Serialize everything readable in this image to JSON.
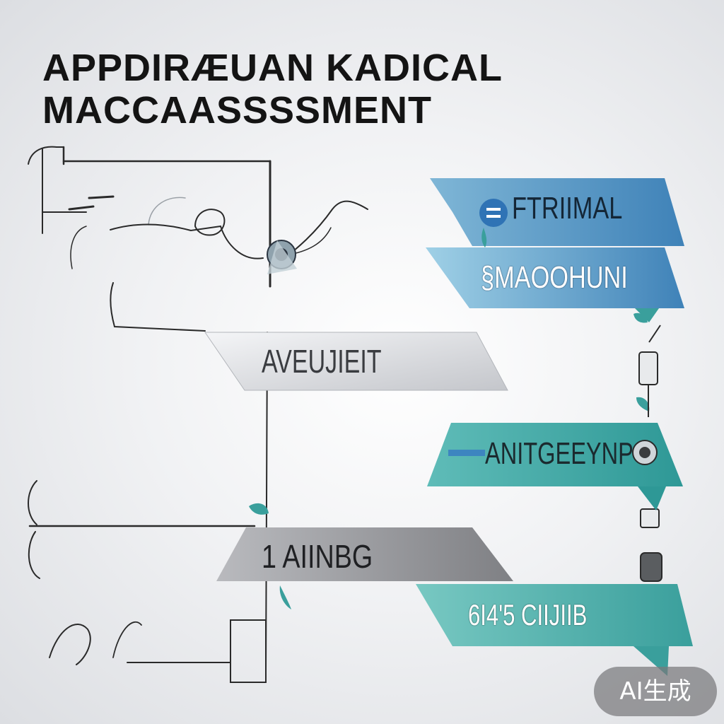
{
  "title": {
    "line1": "APPDIRÆUAN KADICAL",
    "line2": "MACCAASSSSMENT"
  },
  "banners": [
    {
      "id": "banner-1",
      "label": "FTRIIMAL",
      "color": "#4f8fbf"
    },
    {
      "id": "banner-2",
      "label": "§MAOOHUNI",
      "color": "#5b9fcc"
    },
    {
      "id": "banner-3",
      "label": "AVEUJIEIT",
      "color": "#cfd1d5"
    },
    {
      "id": "banner-4",
      "label": "ANITGEEYNP",
      "color": "#3aa3a3"
    },
    {
      "id": "banner-5",
      "label": "1 AIINBG",
      "color": "#9a9b9f"
    },
    {
      "id": "banner-6",
      "label": "6I4'5 CIIJIIB",
      "color": "#4aa9a6"
    }
  ],
  "badge": {
    "label": "AI生成"
  },
  "colors": {
    "teal": "#3aa3a3",
    "blue": "#4f8fbf",
    "grey": "#9a9b9f",
    "ink": "#141414"
  }
}
